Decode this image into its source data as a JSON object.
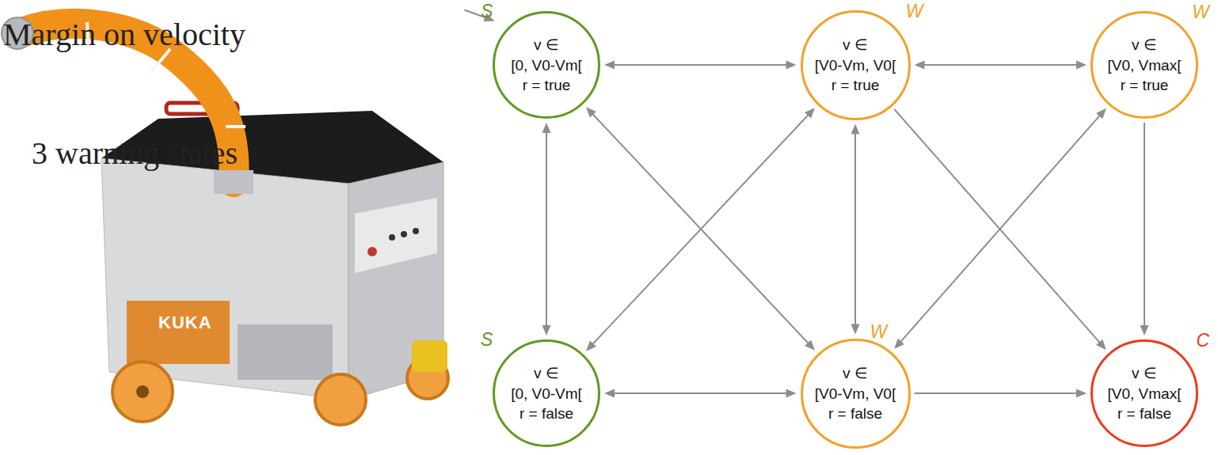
{
  "diagram": {
    "nodes": [
      {
        "text": [
          "S",
          "v ∈ [0, V0-Vm[",
          "r = true"
        ]
      },
      {
        "text": [
          "W",
          "v ∈ [V0-Vm, V0[",
          "r = true"
        ]
      },
      {
        "text": [
          "W",
          "v ∈ [V0, Vmax[",
          "r = true"
        ]
      },
      {
        "text": [
          "S",
          "v ∈ [0, V0-Vm[",
          "r = false"
        ]
      },
      {
        "text": [
          "W",
          "v ∈ [V0-Vm, V0[",
          "r = false"
        ]
      },
      {
        "text": [
          "C",
          "v ∈ [V0, Vmax[",
          "r = false"
        ]
      }
    ],
    "edges": [
      {
        "from": 0,
        "to": 1,
        "arrow": "both"
      },
      {
        "from": 1,
        "to": 2,
        "arrow": "both"
      },
      {
        "from": 0,
        "to": 3,
        "arrow": "both"
      },
      {
        "from": 1,
        "to": 4,
        "arrow": "both"
      },
      {
        "from": 2,
        "to": 5,
        "arrow": "to"
      },
      {
        "from": 3,
        "to": 4,
        "arrow": "both"
      },
      {
        "from": 4,
        "to": 5,
        "arrow": "to"
      },
      {
        "from": 0,
        "to": 4,
        "arrow": "both"
      },
      {
        "from": 3,
        "to": 1,
        "arrow": "both"
      },
      {
        "from": 1,
        "to": 5,
        "arrow": "to"
      },
      {
        "from": 4,
        "to": 2,
        "arrow": "both"
      }
    ],
    "labels": [
      "Margin on velocity",
      "3 warning states",
      "KUKA"
    ]
  }
}
